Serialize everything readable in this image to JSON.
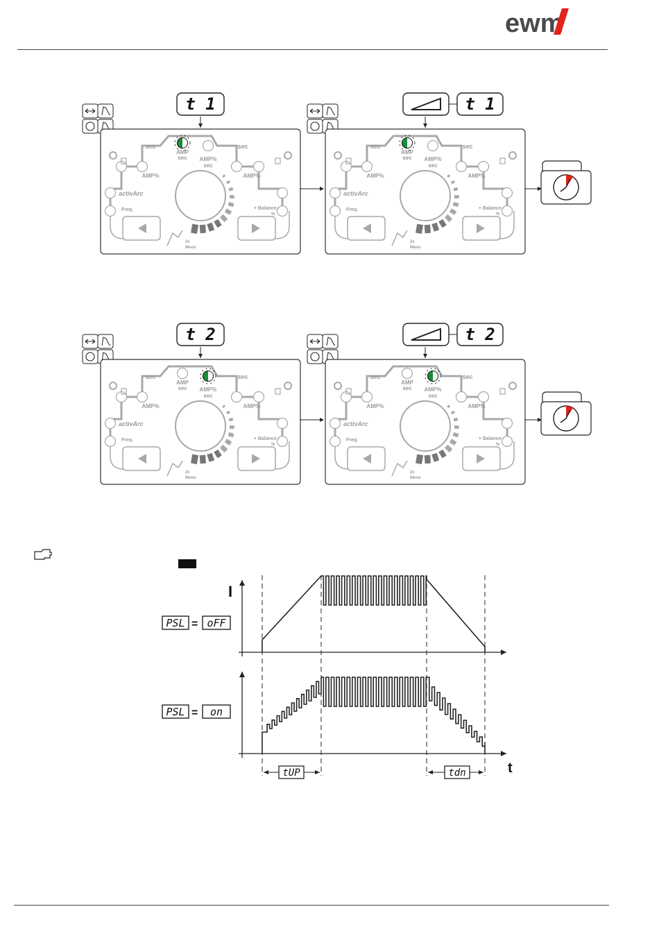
{
  "header": {
    "logo": "ewm"
  },
  "panel_labels": {
    "sec": "sec",
    "amp": "AMP",
    "amp_pct": "AMP%",
    "active_arc": "activArc",
    "freq": "Freq.",
    "balance": "+ Balance -",
    "pct": "%",
    "twox": "2x",
    "menu": "Menu"
  },
  "rows": [
    {
      "display": "t 1",
      "display_ramp": "t 1"
    },
    {
      "display": "t 2",
      "display_ramp": "t 2"
    }
  ],
  "note": {
    "icon": "hand-pointer-icon",
    "psl_icon_text": "PSL"
  },
  "chart_data": {
    "type": "line",
    "title": "",
    "xlabel": "t",
    "ylabel": "I",
    "series": [
      {
        "name": "PSL = oFF",
        "description": "linear ramp up over tUP, pulsed plateau, linear ramp down over tdn"
      },
      {
        "name": "PSL = on",
        "description": "pulsed current during ramp up, plateau and ramp down"
      }
    ],
    "labels": {
      "psl": "PSL",
      "equals": "=",
      "off": "oFF",
      "on": "on",
      "tup": "tUP",
      "tdn": "tdn"
    }
  }
}
